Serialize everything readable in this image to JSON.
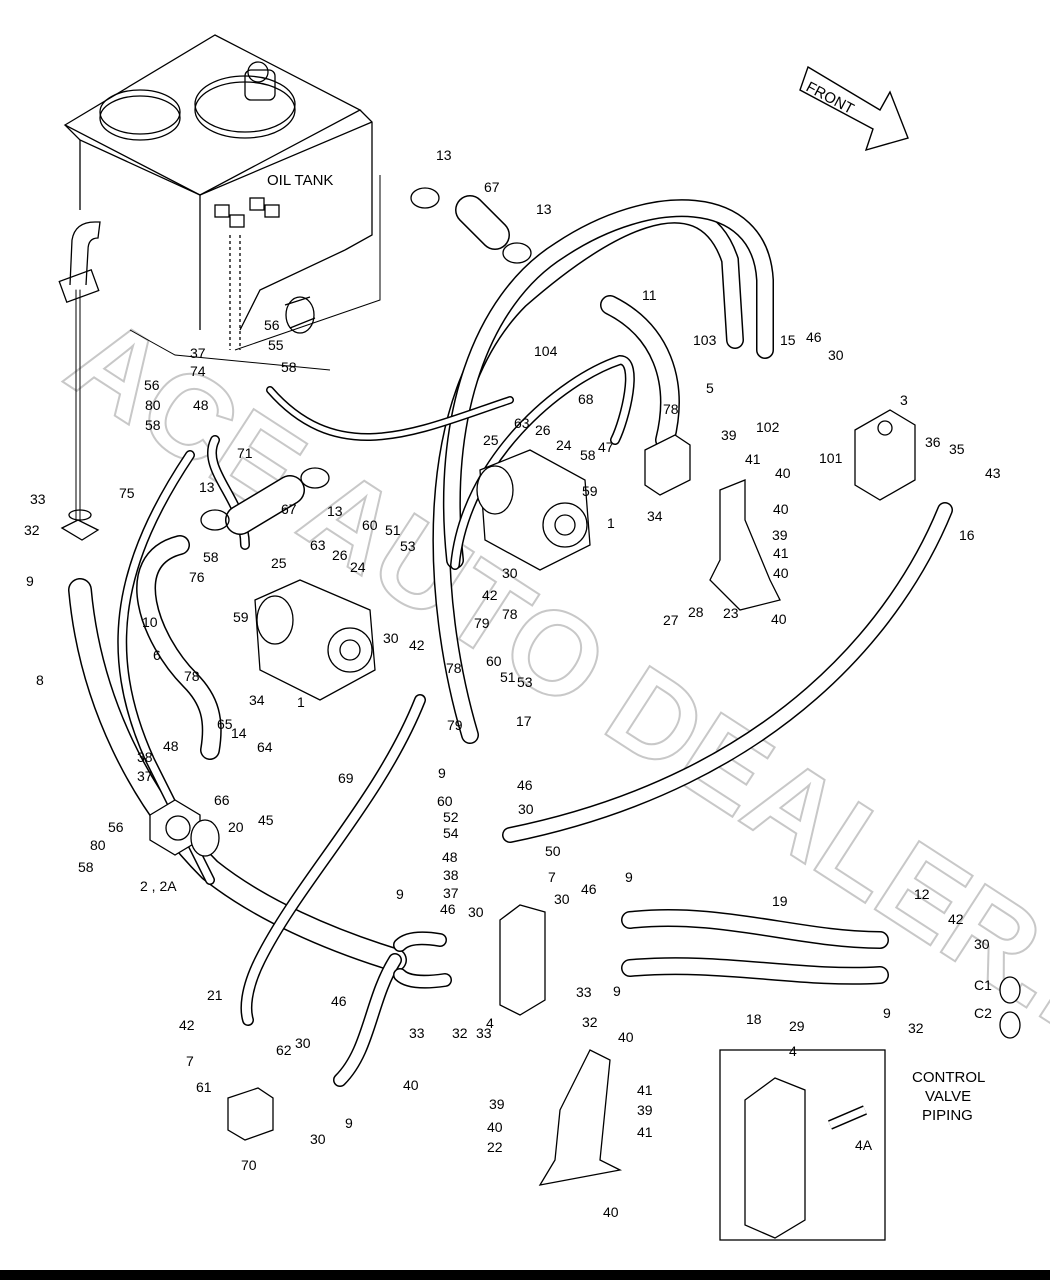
{
  "diagram": {
    "title_labels": {
      "oil_tank": "OIL TANK",
      "front": "FRONT",
      "control_valve_piping": [
        "CONTROL",
        "VALVE",
        "PIPING"
      ],
      "inset_number": "4",
      "inset_part": "4A"
    },
    "watermark": "ACE AUTO DEALER.RU",
    "part_callouts": [
      "13",
      "67",
      "13",
      "11",
      "104",
      "103",
      "15",
      "46",
      "30",
      "3",
      "5",
      "78",
      "102",
      "101",
      "36",
      "35",
      "43",
      "68",
      "63",
      "26",
      "24",
      "58",
      "47",
      "59",
      "25",
      "1",
      "34",
      "39",
      "41",
      "40",
      "40",
      "16",
      "39",
      "41",
      "40",
      "40",
      "23",
      "28",
      "27",
      "56",
      "55",
      "58",
      "37",
      "74",
      "56",
      "80",
      "48",
      "58",
      "71",
      "75",
      "13",
      "67",
      "13",
      "33",
      "32",
      "9",
      "8",
      "60",
      "51",
      "53",
      "58",
      "63",
      "26",
      "24",
      "76",
      "25",
      "59",
      "10",
      "6",
      "78",
      "34",
      "1",
      "30",
      "42",
      "78",
      "79",
      "30",
      "42",
      "78",
      "79",
      "60",
      "51",
      "53",
      "17",
      "9",
      "46",
      "30",
      "60",
      "52",
      "54",
      "50",
      "48",
      "38",
      "37",
      "7",
      "65",
      "14",
      "48",
      "64",
      "38",
      "37",
      "66",
      "56",
      "80",
      "58",
      "2 , 2A",
      "20",
      "45",
      "21",
      "69",
      "9",
      "46",
      "30",
      "30",
      "46",
      "9",
      "19",
      "12",
      "42",
      "30",
      "C1",
      "C2",
      "18",
      "9",
      "32",
      "33",
      "33",
      "32",
      "9",
      "32",
      "33",
      "4",
      "29",
      "42",
      "7",
      "62",
      "30",
      "61",
      "30",
      "70",
      "46",
      "9",
      "40",
      "40",
      "41",
      "39",
      "39",
      "41",
      "40",
      "22",
      "40"
    ]
  }
}
